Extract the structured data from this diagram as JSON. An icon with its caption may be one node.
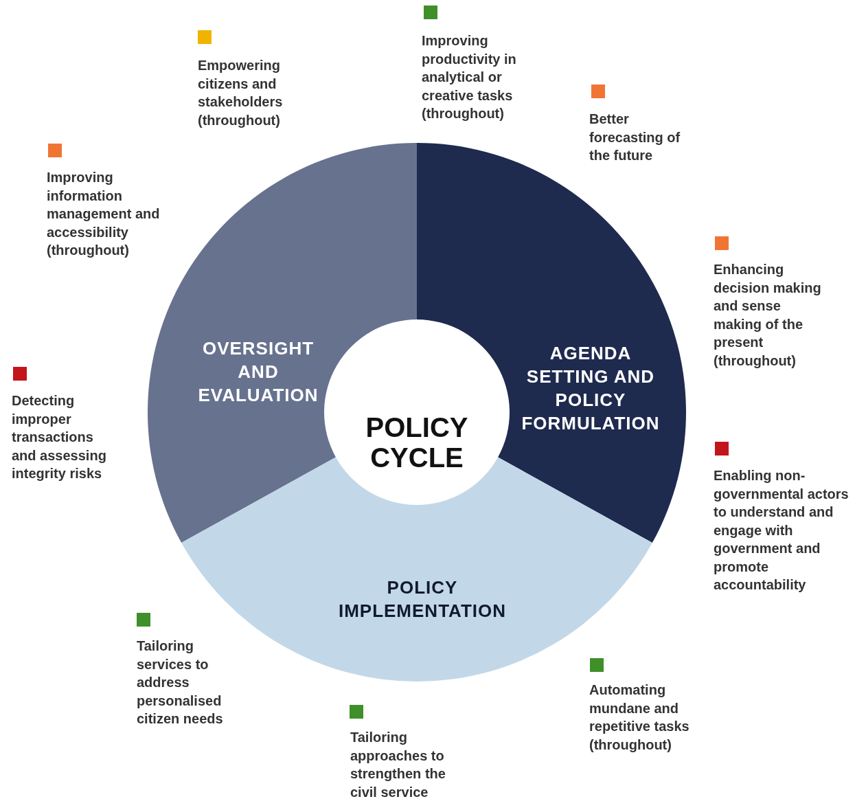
{
  "diagram": {
    "nodes": [
      {
        "text": [
          "OVERSIGHT AND EVALUATION"
        ]
      },
      {
        "text": [
          "AGENDA SETTING AND POLICY FORMULATION"
        ]
      },
      {
        "text": [
          "POLICY CYCLE"
        ]
      },
      {
        "text": [
          "POLICY IMPLEMENTATION"
        ]
      }
    ],
    "labels": [
      "Improving productivity in analytical or creative tasks (throughout)",
      "Empowering citizens and stakeholders (throughout)",
      "Better forecasting of the future",
      "Improving information management and accessibility (throughout)",
      "Enhancing decision making and sense making of the present (throughout)",
      "Detecting improper transactions and assessing integrity risks",
      "Enabling non-governmental actors to understand and engage with government and promote accountability",
      "Tailoring services to address personalised citizen needs",
      "Automating mundane and repetitive tasks (throughout)",
      "Tailoring approaches to strengthen the civil service"
    ]
  }
}
